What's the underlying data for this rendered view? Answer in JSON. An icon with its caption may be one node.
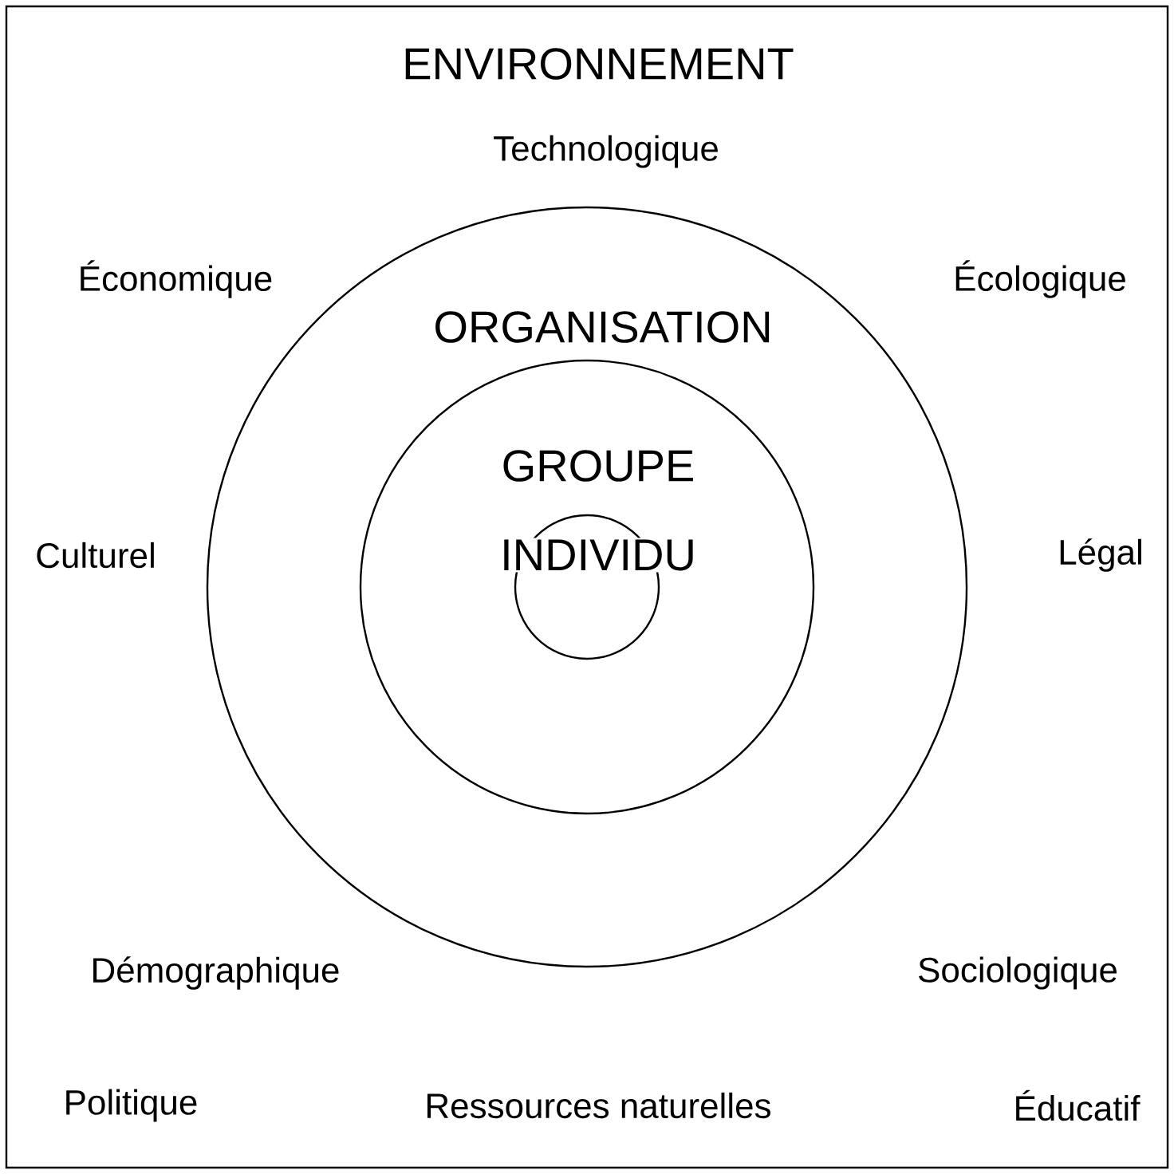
{
  "diagram": {
    "nodes": [
      {
        "text": [
          "ENVIRONNEMENT"
        ]
      },
      {
        "text": [
          "ORGANISATION"
        ],
        "in": 0
      },
      {
        "text": [
          "GROUPE"
        ],
        "in": 1
      },
      {
        "text": [
          "INDIVIDU"
        ],
        "in": 2
      }
    ],
    "labels": [
      "Technologique",
      "Économique",
      "Écologique",
      "Culturel",
      "Légal",
      "Démographique",
      "Sociologique",
      "Politique",
      "Ressources naturelles",
      "Éducatif"
    ]
  }
}
